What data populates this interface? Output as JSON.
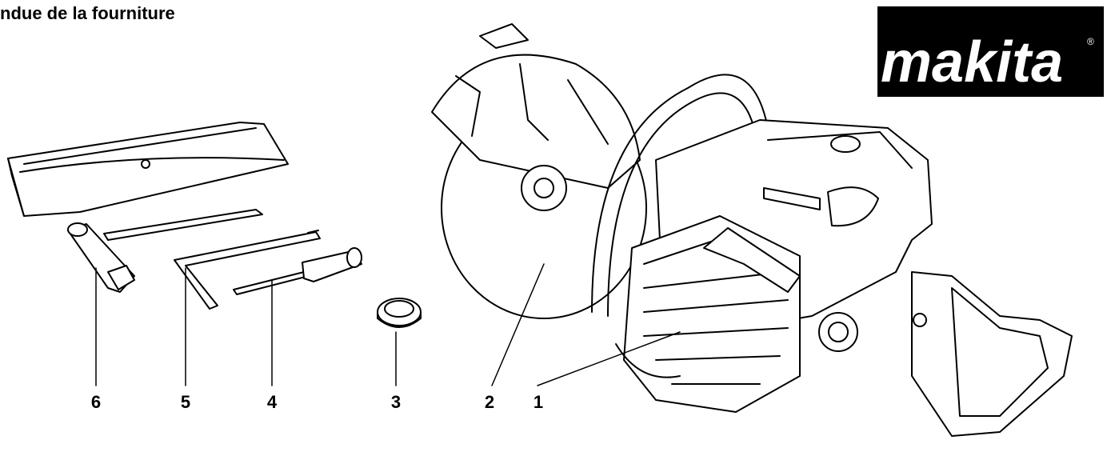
{
  "header": {
    "title": "ndue de la fourniture"
  },
  "logo": {
    "brand": "makita",
    "registered": "®"
  },
  "callouts": [
    {
      "label": "6",
      "part": "spanner-screwdriver"
    },
    {
      "label": "5",
      "part": "hex-key"
    },
    {
      "label": "4",
      "part": "screwdriver"
    },
    {
      "label": "3",
      "part": "bushing-ring"
    },
    {
      "label": "2",
      "part": "cutting-disc"
    },
    {
      "label": "1",
      "part": "power-cutter"
    }
  ],
  "colors": {
    "ink": "#000000",
    "background": "#ffffff",
    "logo_bg": "#000000",
    "logo_text": "#ffffff"
  }
}
